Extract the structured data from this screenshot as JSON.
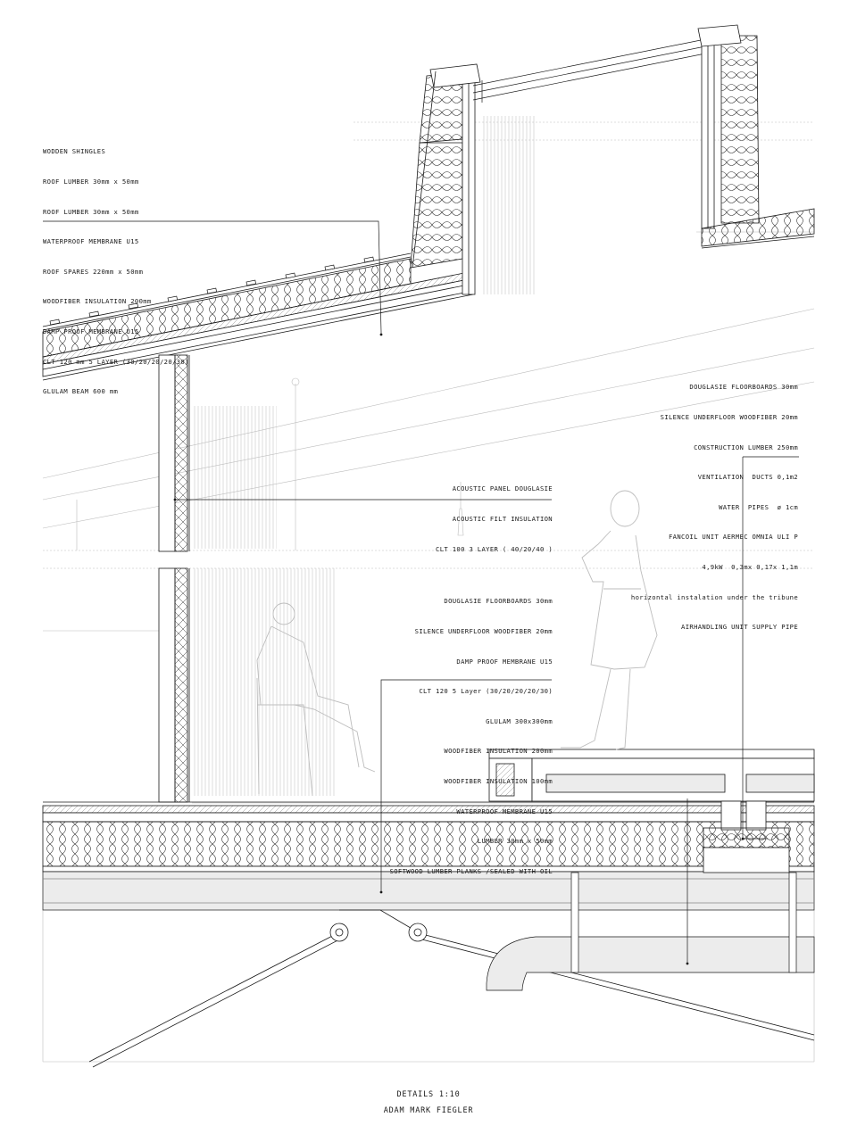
{
  "annotations": {
    "roof": [
      "WODDEN SHINGLES",
      "ROOF LUMBER 30mm x 50mm",
      "ROOF LUMBER 30mm x 50mm",
      "WATERPROOF MEMBRANE U15",
      "ROOF SPARES 220mm x 50mm",
      "WOODFIBER INSULATION 200mm",
      "DAMP PROOF MEMBRANE U15",
      "CLT 120 mm 5 LAYER (30/20/20/20/30)",
      "GLULAM BEAM 600 mm"
    ],
    "floor_services": [
      "DOUGLASIE FLOORBOARDS 30mm",
      "SILENCE UNDERFLOOR WOODFIBER 20mm",
      "CONSTRUCTION LUMBER 250mm",
      "VENTILATION  DUCTS 0,1m2",
      "WATER  PIPES  ø 1cm",
      "FANCOIL UNIT AERMEC OMNIA ULI P",
      "4,9kW  0,3mx 0,17x 1,1m",
      "horizontal instalation under the tribune",
      "AIRHANDLING UNIT SUPPLY PIPE"
    ],
    "wall": [
      "ACOUSTIC PANEL DOUGLASIE",
      "ACOUSTIC FILT INSULATION",
      "CLT 100 3 LAYER ( 40/20/40 )"
    ],
    "floor": [
      "DOUGLASIE FLOORBOARDS 30mm",
      "SILENCE UNDERFLOOR WOODFIBER 20mm",
      "DAMP PROOF MEMBRANE U15",
      "CLT 120 5 Layer (30/20/20/20/30)",
      "GLULAM 300x300mm",
      "WOODFIBER INSULATION 200mm",
      "WOODFIBER INSULATION 100mm",
      "WATERPROOF MEMBRANE U15",
      "LUMBER 30mm x 50mm",
      "SOFTWOOD LUMBER PLANKS /SEALED WITH OIL"
    ]
  },
  "footer": {
    "title": "DETAILS 1:10",
    "author": "ADAM MARK FIEGLER"
  },
  "colors": {
    "ink": "#1a1a1a",
    "thin_line": "#555555",
    "faint_line": "#bdbdbd",
    "glulam_fill": "#ececec"
  }
}
